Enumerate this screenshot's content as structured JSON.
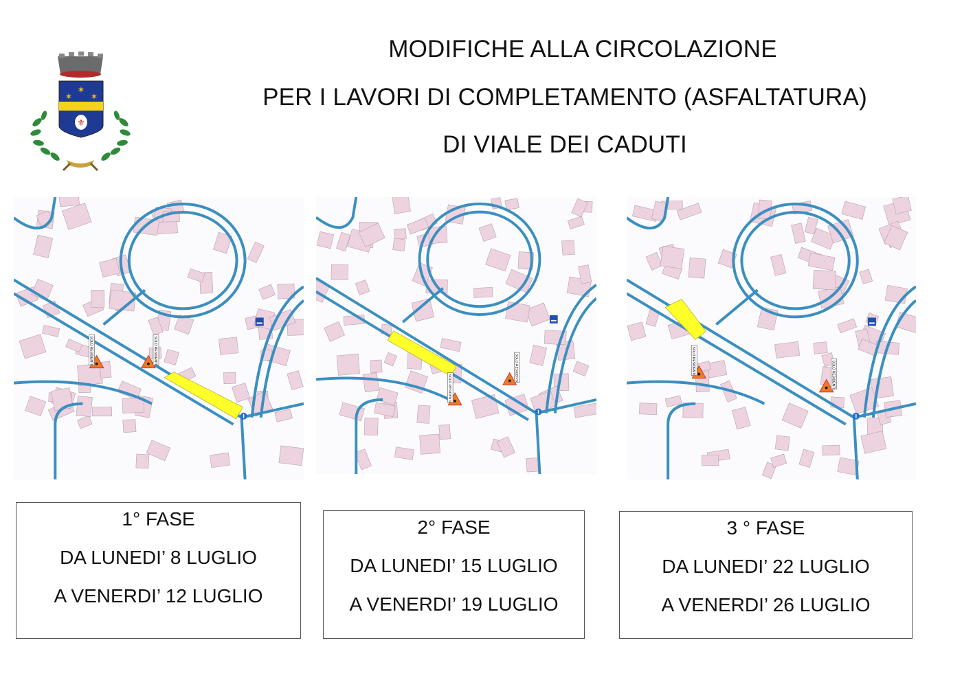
{
  "header": {
    "title_lines": [
      "MODIFICHE ALLA CIRCOLAZIONE",
      "PER I LAVORI DI COMPLETAMENTO (ASFALTATURA)",
      "DI VIALE DEI CADUTI"
    ]
  },
  "logo": {
    "icon": "municipal-coat-of-arms",
    "colors": {
      "shield": "#1f3a93",
      "band": "#f5d31c",
      "crown": "#6b6b6b",
      "leaves": "#2f8a3a"
    }
  },
  "maps": {
    "sign_label": "SOLO RESIDENTI",
    "colors": {
      "road": "#3b8fc0",
      "building": "#ecd3df",
      "highlight": "#ffff2a",
      "warning": "#f07b22"
    }
  },
  "phases": [
    {
      "title": "1° FASE",
      "from": "DA LUNEDI’  8  LUGLIO",
      "to": "A VENERDI’ 12 LUGLIO"
    },
    {
      "title": "2° FASE",
      "from": "DA LUNEDI’  15 LUGLIO",
      "to": "A VENERDI’  19 LUGLIO"
    },
    {
      "title": "3 ° FASE",
      "from": "DA LUNEDI’  22 LUGLIO",
      "to": "A VENERDI’  26 LUGLIO"
    }
  ]
}
